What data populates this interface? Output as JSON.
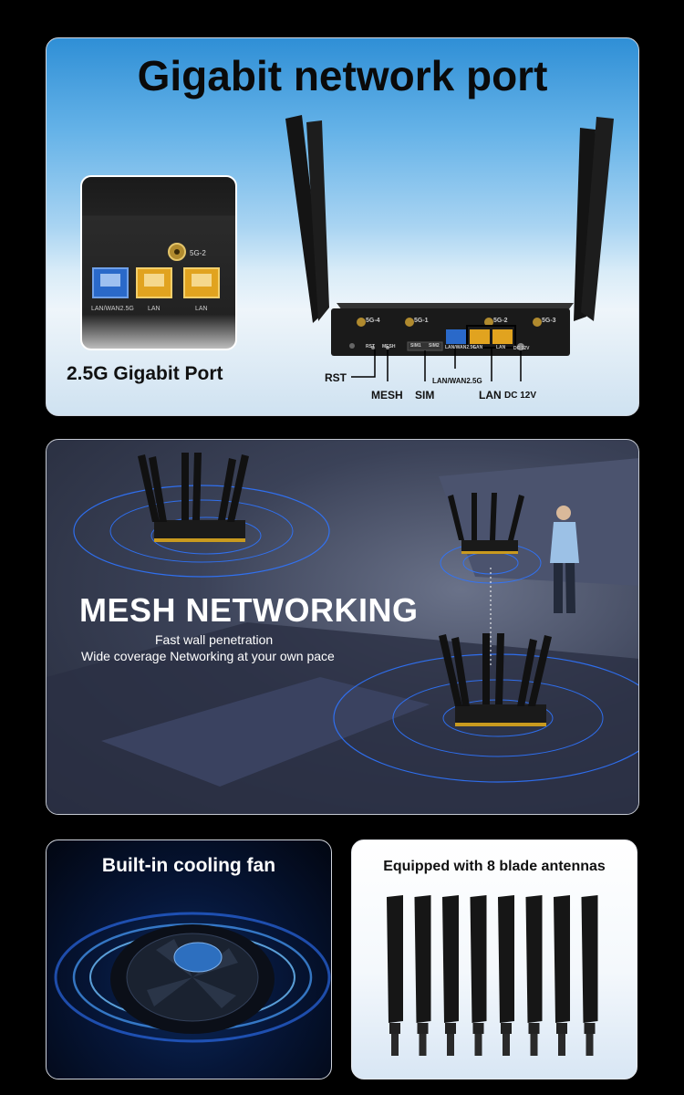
{
  "panel1": {
    "title": "Gigabit network port",
    "subtitle": "2.5G Gigabit Port",
    "zoom": {
      "antenna_label": "5G-2",
      "port_labels": [
        "LAN/WAN2.5G",
        "LAN",
        "LAN"
      ]
    },
    "router_labels": {
      "antenna_1": "5G-4",
      "antenna_2": "5G-1",
      "antenna_3": "5G-2",
      "antenna_4": "5G-3",
      "rst_small": "RST",
      "mesh_small": "MESH",
      "sim_1": "SIM1",
      "sim_2": "SIM2",
      "lanwan_small": "LAN/WAN2.5G",
      "lan_small_1": "LAN",
      "lan_small_2": "LAN",
      "dc_small": "DC 12V"
    },
    "callouts": {
      "rst": "RST",
      "mesh": "MESH",
      "sim": "SIM",
      "lanwan": "LAN/WAN2.5G",
      "lan": "LAN",
      "dc": "DC 12V"
    }
  },
  "panel2": {
    "title": "MESH NETWORKING",
    "line1": "Fast wall penetration",
    "line2": "Wide coverage Networking at your own pace"
  },
  "panel3": {
    "title": "Built-in cooling fan"
  },
  "panel4": {
    "title": "Equipped with 8 blade antennas",
    "antenna_count": 8
  },
  "colors": {
    "lan_port": "#e1a31f",
    "wan_port": "#2a69c9",
    "panel_accent": "#2f8fd6",
    "wave": "#2f74ff"
  }
}
